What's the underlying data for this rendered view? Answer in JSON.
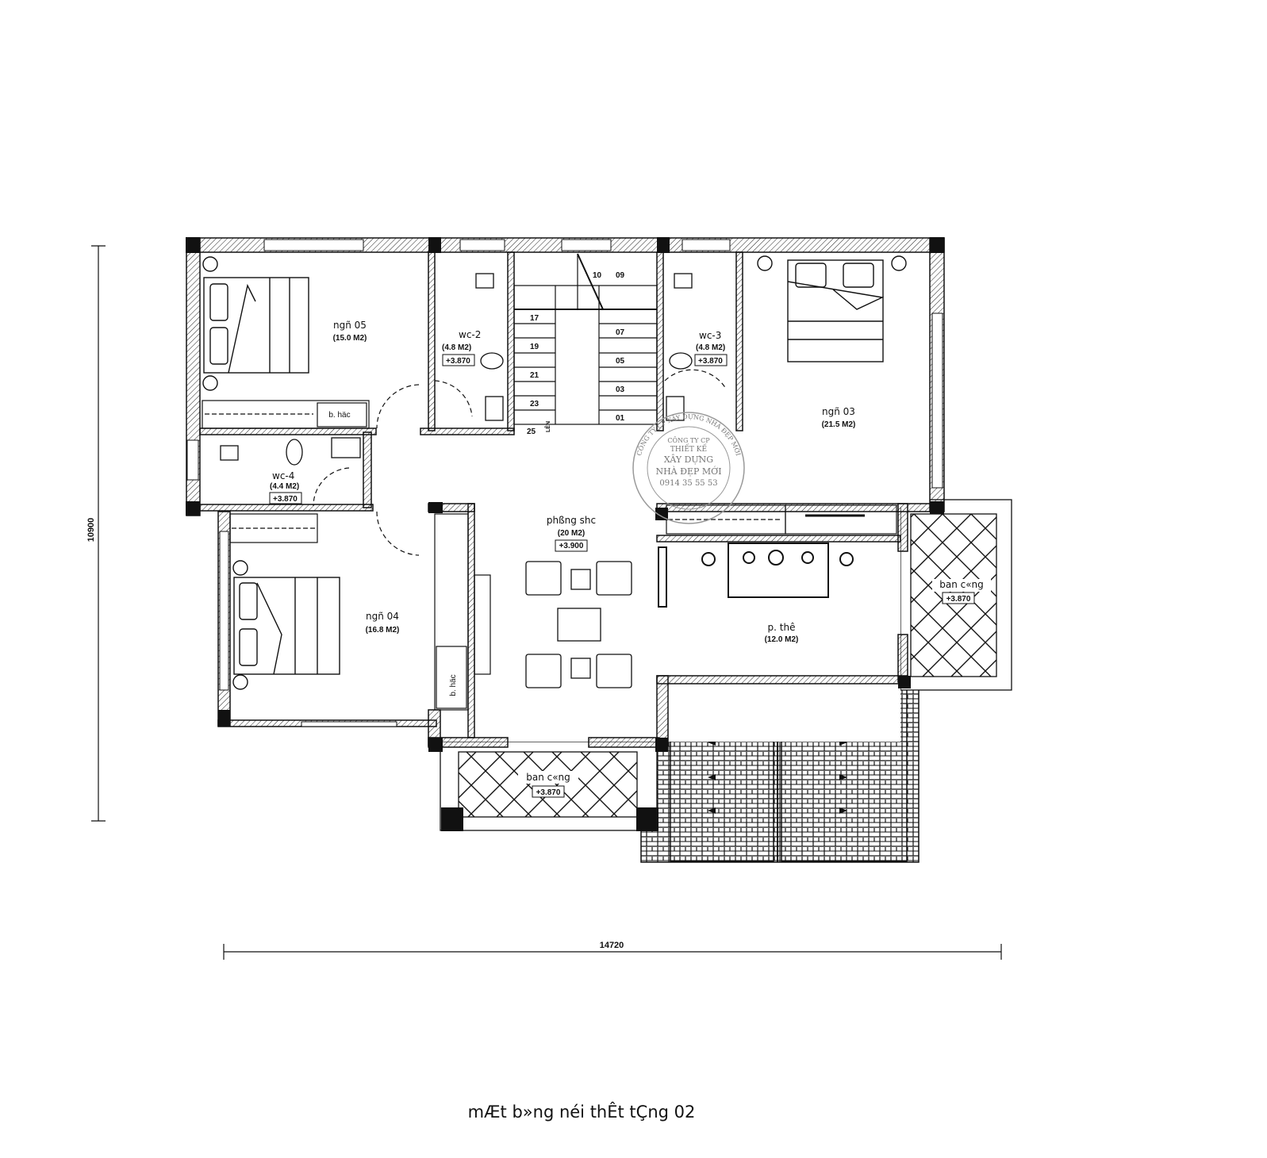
{
  "title": "mÆt b»ng néi thÊt tÇng 02",
  "dimensions": {
    "vertical": "10900",
    "horizontal": "14720"
  },
  "rooms": [
    {
      "name": "ngñ 05",
      "area": "(15.0 M2)"
    },
    {
      "name": "wc-2",
      "area": "(4.8 M2)",
      "level": "+3.870"
    },
    {
      "name": "wc-3",
      "area": "(4.8 M2)",
      "level": "+3.870"
    },
    {
      "name": "ngñ 03",
      "area": "(21.5 M2)"
    },
    {
      "name": "wc-4",
      "area": "(4.4 M2)",
      "level": "+3.870"
    },
    {
      "name": "phßng shc",
      "area": "(20 M2)",
      "level": "+3.900"
    },
    {
      "name": "ngñ 04",
      "area": "(16.8 M2)"
    },
    {
      "name": "p. thê",
      "area": "(12.0 M2)"
    },
    {
      "name": "ban c«ng",
      "level": "+3.870"
    },
    {
      "name": "ban c«ng",
      "level": "+3.870"
    }
  ],
  "furniture_labels": {
    "wardrobe_05": "b. häc",
    "wardrobe_04": "b. häc"
  },
  "stairs": {
    "steps": [
      "10",
      "09",
      "17",
      "07",
      "19",
      "05",
      "21",
      "03",
      "23",
      "01",
      "25"
    ],
    "arrow_label": "LÊN"
  },
  "stamp": {
    "ring_text": "CÔNG TY CP XÂY DỰNG NHÀ ĐẸP MỚI",
    "line1": "CÔNG TY CP",
    "line2": "THIẾT KẾ",
    "line3": "XÂY DỰNG",
    "line4": "NHÀ ĐẸP MỚI",
    "phone": "0914 35 55 53"
  }
}
